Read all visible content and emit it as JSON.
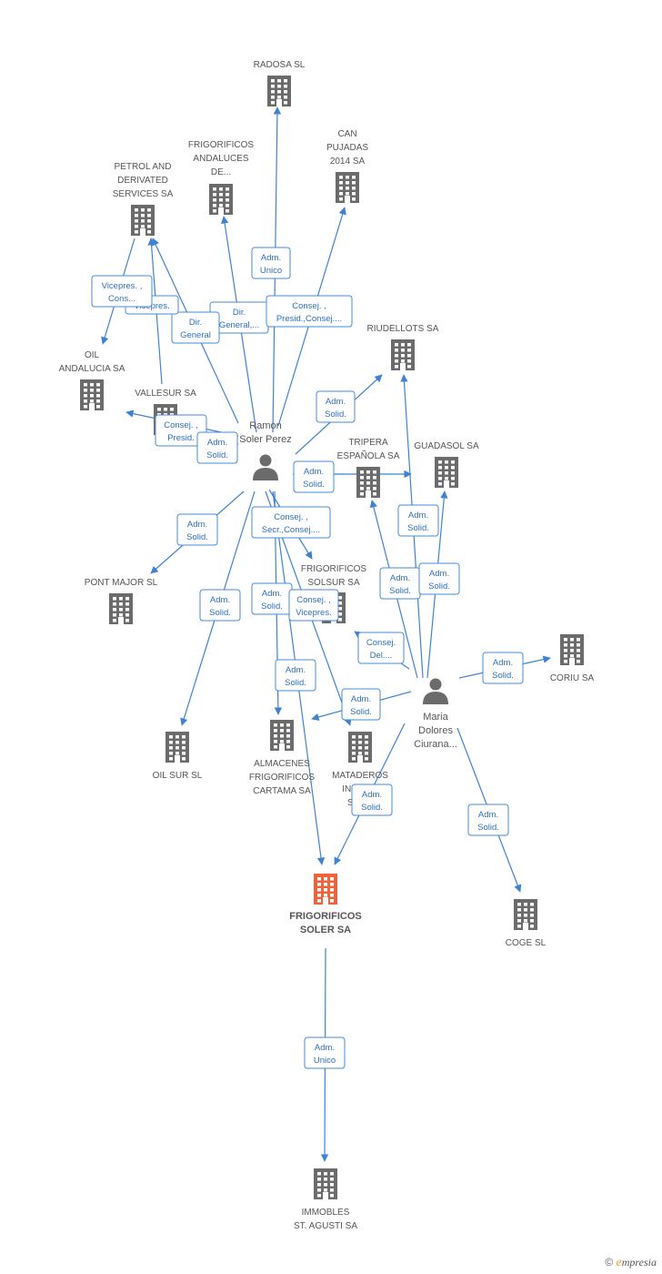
{
  "colors": {
    "company": "#6b6b6b",
    "focus_company": "#f0633a",
    "person": "#6b6b6b",
    "edge": "#3f82d3",
    "edge_label_border": "#4a8bd6",
    "edge_label_text": "#2f6fb8"
  },
  "nodes": [
    {
      "id": "radosa",
      "type": "company",
      "icon": "building-icon",
      "label": [
        "RADOSA SL"
      ]
    },
    {
      "id": "frig_andaluces",
      "type": "company",
      "icon": "building-icon",
      "label": [
        "FRIGORIFICOS",
        "ANDALUCES",
        "DE..."
      ]
    },
    {
      "id": "can_pujadas",
      "type": "company",
      "icon": "building-icon",
      "label": [
        "CAN",
        "PUJADAS",
        "2014 SA"
      ]
    },
    {
      "id": "petrol",
      "type": "company",
      "icon": "building-icon",
      "label": [
        "PETROL AND",
        "DERIVATED",
        "SERVICES SA"
      ]
    },
    {
      "id": "oil_andalucia",
      "type": "company",
      "icon": "building-icon",
      "label": [
        "OIL",
        "ANDALUCIA SA"
      ]
    },
    {
      "id": "vallesur",
      "type": "company",
      "icon": "building-icon",
      "label": [
        "VALLESUR SA"
      ]
    },
    {
      "id": "riudellots",
      "type": "company",
      "icon": "building-icon",
      "label": [
        "RIUDELLOTS SA"
      ]
    },
    {
      "id": "tripera",
      "type": "company",
      "icon": "building-icon",
      "label": [
        "TRIPERA",
        "ESPAÑOLA SA"
      ]
    },
    {
      "id": "guadasol",
      "type": "company",
      "icon": "building-icon",
      "label": [
        "GUADASOL SA"
      ]
    },
    {
      "id": "pont_major",
      "type": "company",
      "icon": "building-icon",
      "label": [
        "PONT MAJOR SL"
      ]
    },
    {
      "id": "frig_solsur",
      "type": "company",
      "icon": "building-icon",
      "label": [
        "FRIGORIFICOS",
        "SOLSUR SA"
      ]
    },
    {
      "id": "coriu",
      "type": "company",
      "icon": "building-icon",
      "label": [
        "CORIU SA"
      ]
    },
    {
      "id": "oil_sur",
      "type": "company",
      "icon": "building-icon",
      "label": [
        "OIL SUR  SL"
      ]
    },
    {
      "id": "almacenes",
      "type": "company",
      "icon": "building-icon",
      "label": [
        "ALMACENES",
        "FRIGORIFICOS",
        "CARTAMA SA"
      ]
    },
    {
      "id": "mataderos",
      "type": "company",
      "icon": "building-icon",
      "label": [
        "MATADEROS",
        "INDUS...",
        "SOL..."
      ]
    },
    {
      "id": "frig_soler",
      "type": "focus",
      "icon": "building-icon",
      "label": [
        "FRIGORIFICOS",
        "SOLER SA"
      ]
    },
    {
      "id": "coge",
      "type": "company",
      "icon": "building-icon",
      "label": [
        "COGE SL"
      ]
    },
    {
      "id": "immobles",
      "type": "company",
      "icon": "building-icon",
      "label": [
        "IMMOBLES",
        "ST.  AGUSTI SA"
      ]
    },
    {
      "id": "ramon",
      "type": "person",
      "icon": "person-icon",
      "label": [
        "Ramon",
        "Soler Perez"
      ]
    },
    {
      "id": "maria",
      "type": "person",
      "icon": "person-icon",
      "label": [
        "Maria",
        "Dolores",
        "Ciurana..."
      ]
    }
  ],
  "edges": [
    {
      "from": "ramon",
      "to": "radosa",
      "label": [
        "Adm.",
        "Unico"
      ]
    },
    {
      "from": "ramon",
      "to": "frig_andaluces",
      "label": [
        "Dir.",
        "General,..."
      ]
    },
    {
      "from": "ramon",
      "to": "can_pujadas",
      "label": [
        "Consej. ,",
        "Presid.,Consej...."
      ]
    },
    {
      "from": "ramon",
      "to": "petrol",
      "label": [
        "Dir.",
        "General"
      ]
    },
    {
      "from": "vallesur",
      "to": "petrol",
      "label": [
        "Vicepres."
      ]
    },
    {
      "from": "petrol",
      "to": "oil_andalucia",
      "label": [
        "Vicepres. ,",
        "Cons..."
      ]
    },
    {
      "from": "ramon",
      "to": "vallesur",
      "label": [
        "Consej. ,",
        "Presid."
      ]
    },
    {
      "from": "ramon",
      "to": "vallesur",
      "label": [
        "Adm.",
        "Solid."
      ]
    },
    {
      "from": "ramon",
      "to": "riudellots",
      "label": [
        "Adm.",
        "Solid."
      ]
    },
    {
      "from": "ramon",
      "to": "guadasol",
      "label": [
        "Adm.",
        "Solid."
      ]
    },
    {
      "from": "maria",
      "to": "tripera",
      "label": [
        "Adm.",
        "Solid."
      ]
    },
    {
      "from": "ramon",
      "to": "pont_major",
      "label": [
        "Adm.",
        "Solid."
      ]
    },
    {
      "from": "ramon",
      "to": "frig_solsur",
      "label": [
        "Consej. ,",
        "Secr.,Consej...."
      ]
    },
    {
      "from": "maria",
      "to": "riudellots",
      "label": [
        "Adm.",
        "Solid."
      ]
    },
    {
      "from": "maria",
      "to": "guadasol",
      "label": [
        "Adm.",
        "Solid."
      ]
    },
    {
      "from": "maria",
      "to": "frig_solsur",
      "label": [
        "Consej.",
        "Del...."
      ]
    },
    {
      "from": "maria",
      "to": "coriu",
      "label": [
        "Adm.",
        "Solid."
      ]
    },
    {
      "from": "ramon",
      "to": "oil_sur",
      "label": [
        "Adm.",
        "Solid."
      ]
    },
    {
      "from": "ramon",
      "to": "almacenes",
      "label": [
        "Adm.",
        "Solid."
      ]
    },
    {
      "from": "ramon",
      "to": "mataderos",
      "label": [
        "Consej. ,",
        "Vicepres."
      ]
    },
    {
      "from": "ramon",
      "to": "frig_soler",
      "label": [
        "Adm.",
        "Solid."
      ]
    },
    {
      "from": "maria",
      "to": "almacenes",
      "label": [
        "Adm.",
        "Solid."
      ]
    },
    {
      "from": "maria",
      "to": "frig_soler",
      "label": [
        "Adm.",
        "Solid."
      ]
    },
    {
      "from": "maria",
      "to": "coge",
      "label": [
        "Adm.",
        "Solid."
      ]
    },
    {
      "from": "frig_soler",
      "to": "immobles",
      "label": [
        "Adm.",
        "Unico"
      ]
    }
  ],
  "footer": {
    "copyright": "©",
    "brand_initial": "e",
    "brand_rest": "mpresia"
  }
}
